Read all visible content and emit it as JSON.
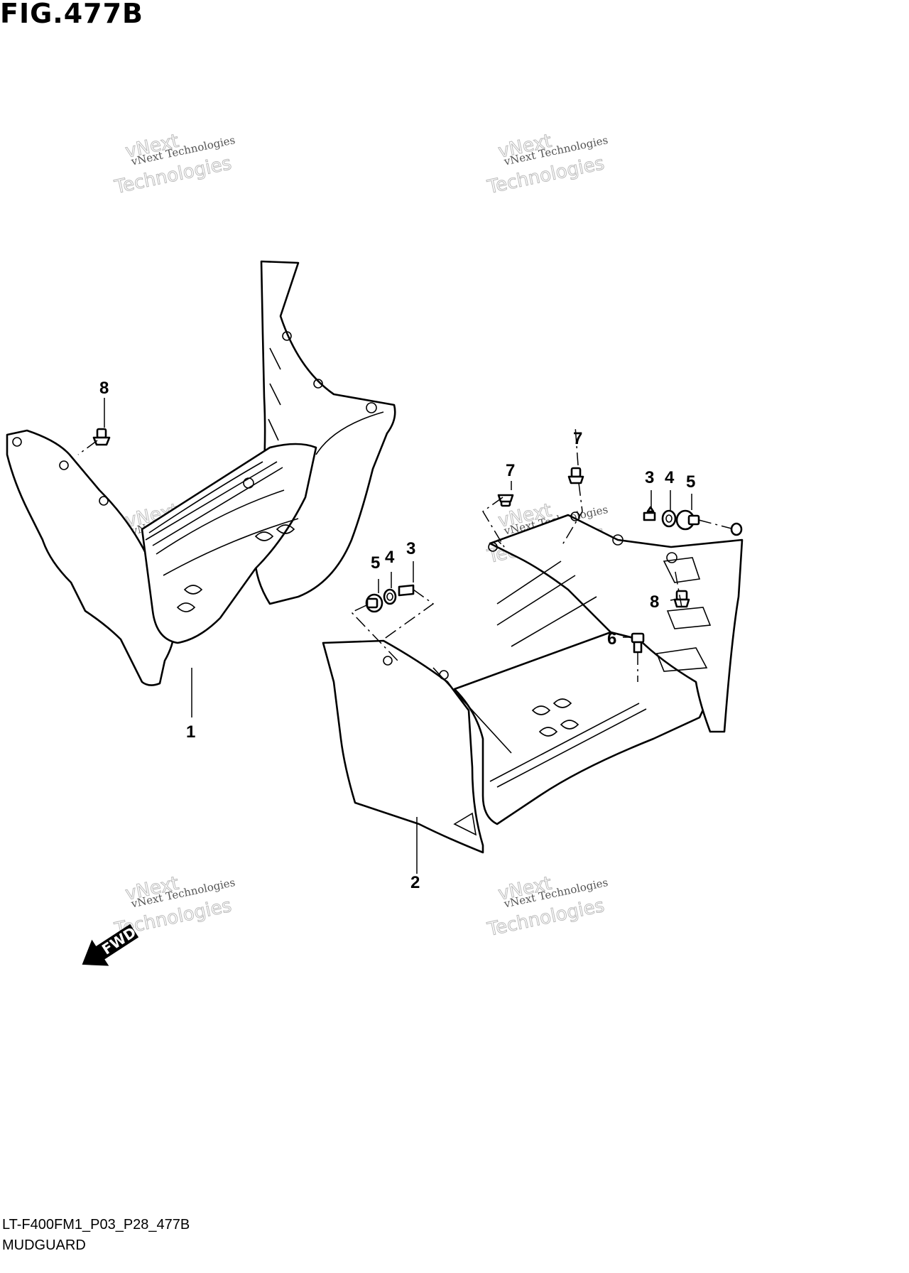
{
  "title": "FIG.477B",
  "footer": {
    "code": "LT-F400FM1_P03_P28_477B",
    "name": "MUDGUARD"
  },
  "fwd_label": "FWD",
  "watermark": {
    "line1": "vNext Technologies",
    "line2": "vNext",
    "line3": "Technologies"
  },
  "callouts": {
    "c1": "1",
    "c2": "2",
    "c3a": "3",
    "c3b": "3",
    "c4a": "4",
    "c4b": "4",
    "c5a": "5",
    "c5b": "5",
    "c6": "6",
    "c7a": "7",
    "c7b": "7",
    "c8a": "8",
    "c8b": "8"
  }
}
